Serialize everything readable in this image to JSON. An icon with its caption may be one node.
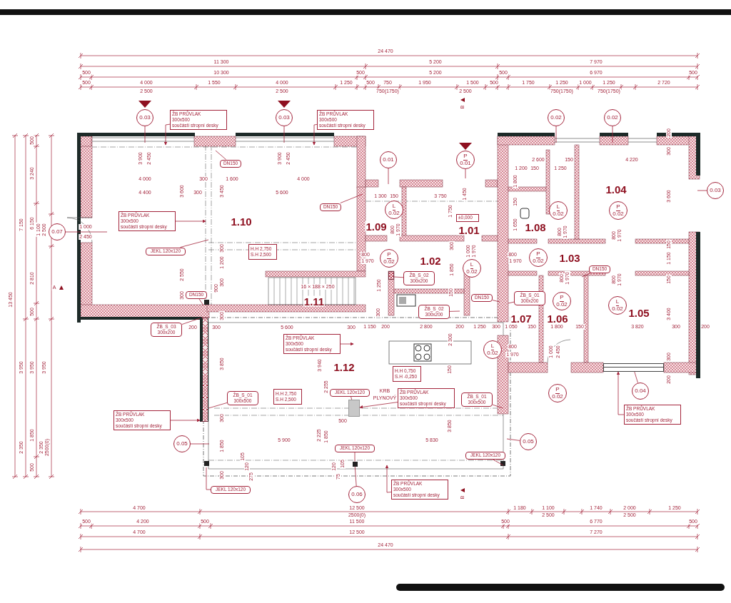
{
  "diagram": {
    "nodes": [
      {
        "text": [
          "ŽB PRŮVLAK",
          "300x500",
          "součástí stropní desky"
        ]
      },
      {
        "text": [
          "ŽB PRŮVLAK",
          "300x500",
          "součástí stropní desky"
        ]
      },
      {
        "text": [
          "0.03"
        ]
      },
      {
        "text": [
          "0.03"
        ]
      },
      {
        "text": [
          "DN150"
        ]
      },
      {
        "text": [
          "ŽB PRŮVLAK",
          "300x500",
          "součástí stropní desky"
        ]
      },
      {
        "text": [
          "0.07"
        ]
      },
      {
        "text": [
          "DN150"
        ]
      },
      {
        "text": [
          "JEKL 120x120"
        ]
      },
      {
        "text": [
          "H.H 2,750",
          "S.H 2,500"
        ]
      },
      {
        "text": [
          "DN150"
        ]
      },
      {
        "text": [
          "0.01"
        ]
      },
      {
        "text": [
          "P",
          "0.01"
        ]
      },
      {
        "text": [
          "0.02"
        ]
      },
      {
        "text": [
          "0.02"
        ]
      },
      {
        "text": [
          "0.03"
        ]
      },
      {
        "text": [
          "L",
          "0.02"
        ]
      },
      {
        "text": [
          "±0,000"
        ]
      },
      {
        "text": [
          "L",
          "0.02"
        ]
      },
      {
        "text": [
          "P",
          "0.02"
        ]
      },
      {
        "text": [
          "P",
          "0.02"
        ]
      },
      {
        "text": [
          "L",
          "0.02"
        ]
      },
      {
        "text": [
          "P",
          "0.02"
        ]
      },
      {
        "text": [
          "DN150"
        ]
      },
      {
        "text": [
          "ŽB_S_02",
          "300x200"
        ]
      },
      {
        "text": [
          "ŽB_S_02",
          "300x200"
        ]
      },
      {
        "text": [
          "DN150"
        ]
      },
      {
        "text": [
          "ŽB_S_01",
          "300x200"
        ]
      },
      {
        "text": [
          "P",
          "0.02"
        ]
      },
      {
        "text": [
          "L",
          "0.02"
        ]
      },
      {
        "text": [
          "ŽB_S_03",
          "300x200"
        ]
      },
      {
        "text": [
          "ŽB PRŮVLAK",
          "300x500",
          "součástí stropní desky"
        ]
      },
      {
        "text": [
          "L",
          "0.02"
        ]
      },
      {
        "text": [
          "H.H 0,750",
          "S.H -0,250"
        ]
      },
      {
        "text": [
          "ŽB_S_01",
          "300x500"
        ]
      },
      {
        "text": [
          "H.H 2,750",
          "S.H 2,500"
        ]
      },
      {
        "text": [
          "JEKL 120x120"
        ]
      },
      {
        "text": [
          "ŽB PRŮVLAK",
          "300x500",
          "součástí stropní desky"
        ]
      },
      {
        "text": [
          "ŽB_S_01",
          "300x500"
        ]
      },
      {
        "text": [
          "P",
          "0.02"
        ]
      },
      {
        "text": [
          "0.04"
        ]
      },
      {
        "text": [
          "ŽB PRŮVLAK",
          "300x500",
          "součástí stropní desky"
        ]
      },
      {
        "text": [
          "ŽB PRŮVLAK",
          "300x500",
          "součástí stropní desky"
        ]
      },
      {
        "text": [
          "0.05"
        ]
      },
      {
        "text": [
          "JEKL 120x120"
        ]
      },
      {
        "text": [
          "0.05"
        ]
      },
      {
        "text": [
          "JEKL 120x120"
        ]
      },
      {
        "text": [
          "JEKL 120x120"
        ]
      },
      {
        "text": [
          "0.06"
        ]
      },
      {
        "text": [
          "ŽB PRŮVLAK",
          "300x500",
          "součástí stropní desky"
        ]
      },
      {
        "text": [],
        "shape": "box"
      },
      {
        "text": [],
        "shape": "box"
      },
      {
        "text": [],
        "shape": "box"
      },
      {
        "text": [],
        "shape": "box"
      },
      {
        "text": [],
        "shape": "bar"
      }
    ],
    "edges": [
      {
        "from": 0,
        "to": null,
        "arrow": "to"
      },
      {
        "from": 1,
        "to": null,
        "arrow": "to"
      },
      {
        "from": 2,
        "to": null,
        "arrow": "none"
      },
      {
        "from": 3,
        "to": null,
        "arrow": "none"
      },
      {
        "from": 4,
        "to": null,
        "arrow": "none"
      },
      {
        "from": 5,
        "to": null,
        "arrow": "to"
      },
      {
        "from": 6,
        "to": null,
        "arrow": "none"
      },
      {
        "from": 7,
        "to": null,
        "arrow": "none"
      },
      {
        "from": 8,
        "to": null,
        "arrow": "none"
      },
      {
        "from": 10,
        "to": null,
        "arrow": "none"
      },
      {
        "from": 11,
        "to": null,
        "arrow": "none"
      },
      {
        "from": 12,
        "to": null,
        "arrow": "none"
      },
      {
        "from": 13,
        "to": null,
        "arrow": "none"
      },
      {
        "from": 14,
        "to": null,
        "arrow": "none"
      },
      {
        "from": 15,
        "to": null,
        "arrow": "none"
      },
      {
        "from": 23,
        "to": null,
        "arrow": "none"
      },
      {
        "from": 24,
        "to": 50,
        "arrow": "none"
      },
      {
        "from": 25,
        "to": null,
        "arrow": "none"
      },
      {
        "from": 26,
        "to": null,
        "arrow": "none"
      },
      {
        "from": 27,
        "to": null,
        "arrow": "none"
      },
      {
        "from": 30,
        "to": 54,
        "arrow": "none"
      },
      {
        "from": 31,
        "to": null,
        "arrow": "to"
      },
      {
        "from": 34,
        "to": 54,
        "arrow": "none"
      },
      {
        "from": 37,
        "to": 52,
        "arrow": "to"
      },
      {
        "from": 38,
        "to": null,
        "arrow": "none"
      },
      {
        "from": 40,
        "to": 53,
        "arrow": "none"
      },
      {
        "from": 41,
        "to": 53,
        "arrow": "to"
      },
      {
        "from": 42,
        "to": 54,
        "arrow": "to"
      },
      {
        "from": 43,
        "to": null,
        "arrow": "none"
      },
      {
        "from": 45,
        "to": null,
        "arrow": "none"
      },
      {
        "from": 46,
        "to": null,
        "arrow": "none"
      },
      {
        "from": 47,
        "to": null,
        "arrow": "none"
      },
      {
        "from": 48,
        "to": 51,
        "arrow": "none"
      },
      {
        "from": 49,
        "to": null,
        "arrow": "to"
      },
      {
        "from": 36,
        "to": 52,
        "arrow": "none"
      },
      {
        "from": 44,
        "to": 51,
        "arrow": "none"
      }
    ],
    "labels": [
      "24 470",
      "11 300",
      "5 200",
      "7 970",
      "500",
      "10 300",
      "500",
      "5 200",
      "500",
      "6 970",
      "500",
      "500",
      "4 000",
      "1 550",
      "4 000",
      "1 250",
      "500",
      "750",
      "1 950",
      "1 500",
      "500",
      "1 750",
      "1 250",
      "1 000",
      "1 250",
      "2 720",
      "2 500",
      "2 500",
      "750(1750)",
      "2 500",
      "750(1750)",
      "750(1750)",
      "B",
      "A",
      "13 450",
      "7 150",
      "500",
      "3 240",
      "6 150",
      "2 810",
      "500",
      "1 100",
      "2 500",
      "3 950",
      "3 950",
      "3 950",
      "2 350",
      "1 850",
      "500",
      "2 350",
      "2500(0)",
      "1 000",
      "2 450",
      "3 900",
      "2 450",
      "3 900",
      "2 450",
      "4 000",
      "300",
      "1 600",
      "4 000",
      "4 400",
      "300",
      "5 600",
      "3 600",
      "3 450",
      "1.10",
      "2 550",
      "300",
      "300",
      "1 200",
      "300",
      "900",
      "300",
      "16 × 188 × 250",
      "1.11",
      "200",
      "300",
      "5 600",
      "300",
      "3 850",
      "3 940",
      "2 255",
      "1.12",
      "300",
      "1 850",
      "5 900",
      "2 225",
      "1 850",
      "300",
      "105",
      "120",
      "275",
      "120",
      "75",
      "105",
      "500",
      "KRB",
      "PLYNOVÝ",
      "5 830",
      "2 300",
      "150",
      "3 850",
      "1 150",
      "200",
      "2 800",
      "200",
      "1 250",
      "300",
      "1 050",
      "150",
      "1 800",
      "150",
      "3 820",
      "300",
      "200",
      "800",
      "1 970",
      "1 000",
      "2 450",
      "300",
      "200",
      "1 300",
      "150",
      "3 750",
      "1 450",
      "1.09",
      "1 750",
      "800",
      "1 970",
      "1.01",
      "300",
      "1 850",
      "1 000",
      "1 970",
      "800",
      "1 970",
      "1.02",
      "1 250",
      "150",
      "300",
      "2 600",
      "150",
      "4 220",
      "1 200",
      "150",
      "1 250",
      "1 800",
      "150",
      "1 650",
      "1.08",
      "800",
      "1 970",
      "1.04",
      "800",
      "1 970",
      "200",
      "300",
      "3 600",
      "150",
      "1 150",
      "150",
      "3 400",
      "800",
      "1 970",
      "1.03",
      "800",
      "1 970",
      "800",
      "1 970",
      "1.07",
      "1.06",
      "1.05",
      "B",
      "4 700",
      "12 500",
      "1 180",
      "1 100",
      "1 740",
      "2 000",
      "1 250",
      "2500(0)",
      "2 500",
      "2 500",
      "500",
      "4 200",
      "500",
      "11 500",
      "500",
      "6 770",
      "500",
      "4 700",
      "12 500",
      "7 270",
      "24 470"
    ]
  }
}
